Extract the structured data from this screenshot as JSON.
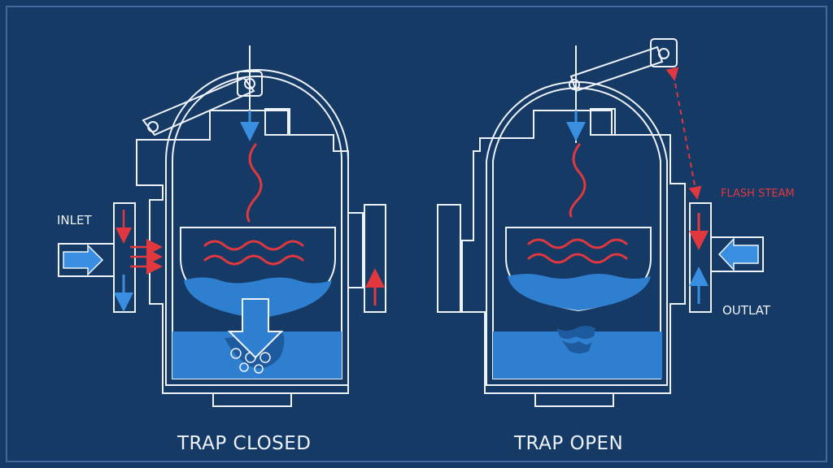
{
  "labels": {
    "inlet": "INLET",
    "outlet": "OUTLAT",
    "flash_steam": "FLASH STEAM",
    "trap_closed": "TRAP CLOSED",
    "trap_open": "TRAP OPEN"
  },
  "colors": {
    "background": "#163a66",
    "line": "#eef3fa",
    "water": "#2f7fd1",
    "water_dark": "#1d5a9e",
    "heat": "#e0383e",
    "flow_blue": "#3a8ee0"
  }
}
